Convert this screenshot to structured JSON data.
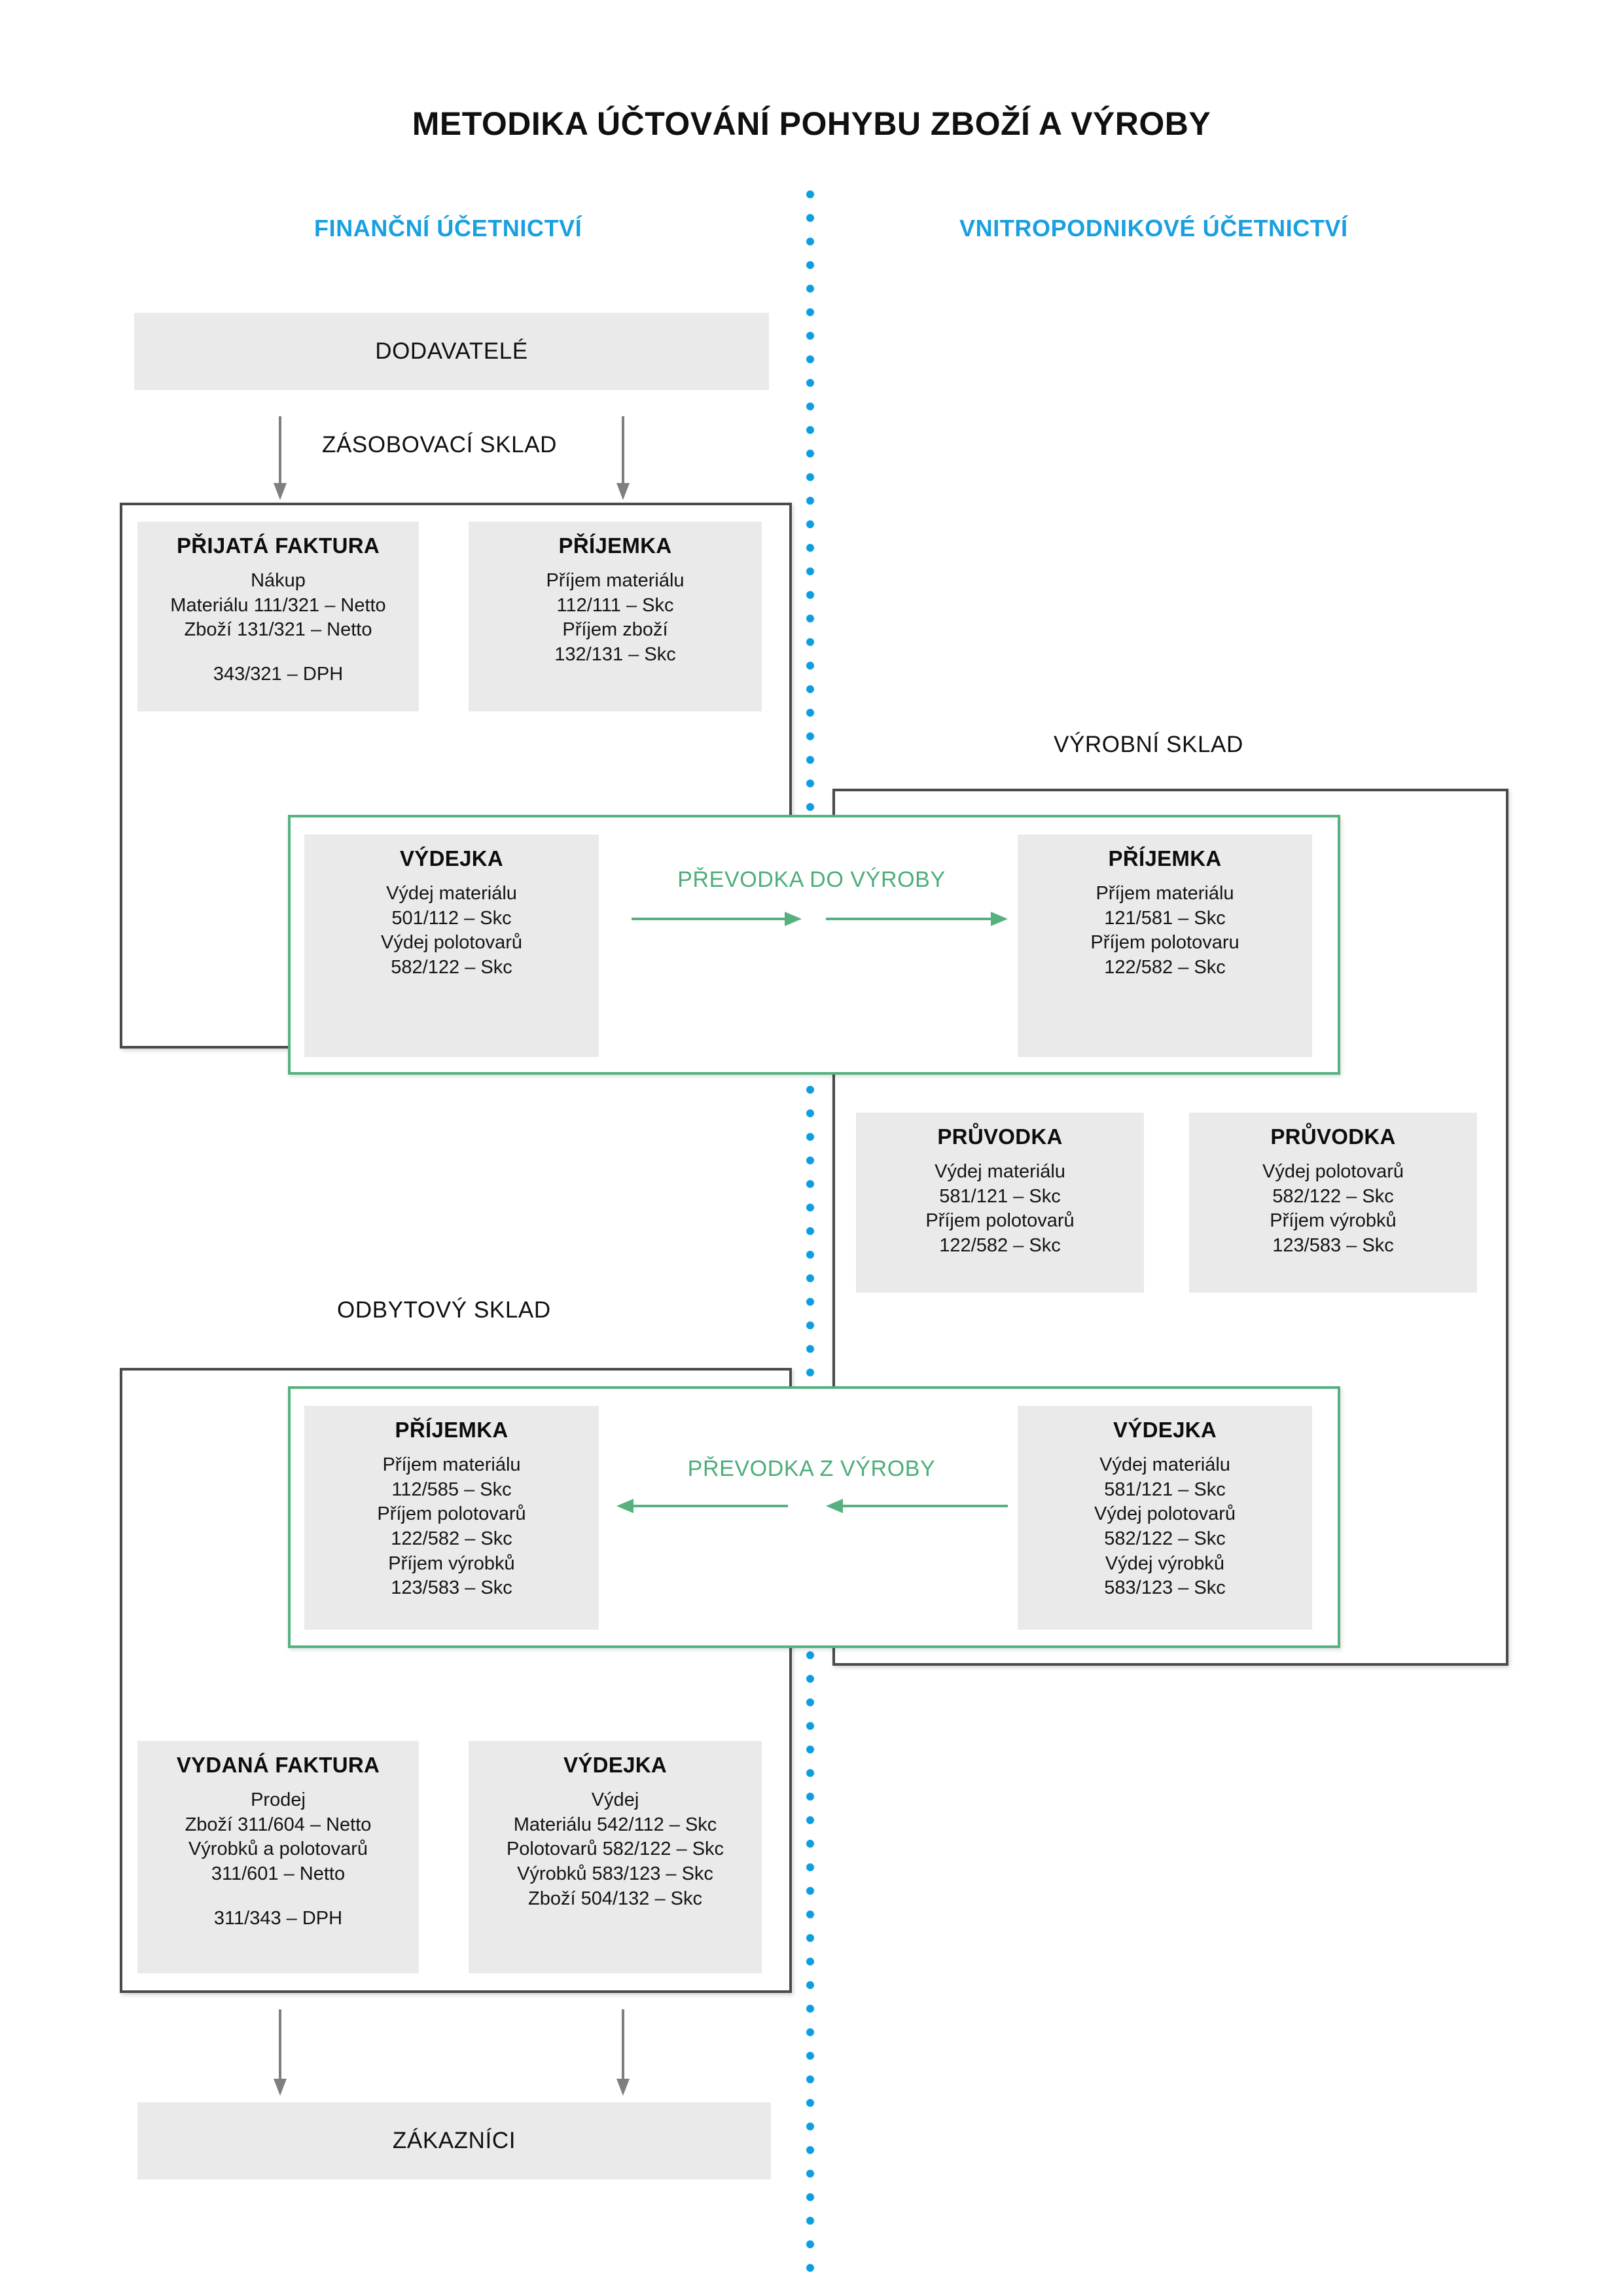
{
  "title": "METODIKA ÚČTOVÁNÍ POHYBU ZBOŽÍ A VÝROBY",
  "columns": {
    "financial": "FINANČNÍ ÚČETNICTVÍ",
    "internal": "VNITROPODNIKOVÉ ÚČETNICTVÍ"
  },
  "colors": {
    "accent_blue": "#0d9ee0",
    "transfer_green": "#56b17f",
    "card_grey": "#eaeaea",
    "outline_grey": "#4a4a4a",
    "arrow_grey": "#7f7f7f"
  },
  "endpoints": {
    "suppliers": "DODAVATELÉ",
    "customers": "ZÁKAZNÍCI"
  },
  "warehouses": {
    "supply": "ZÁSOBOVACÍ SKLAD",
    "production": "VÝROBNÍ SKLAD",
    "sales": "ODBYTOVÝ SKLAD"
  },
  "transfers": {
    "to_production": "PŘEVODKA  DO VÝROBY",
    "from_production": "PŘEVODKA  Z VÝROBY"
  },
  "cards": {
    "prijata_faktura": {
      "title": "PŘIJATÁ FAKTURA",
      "lines": [
        "Nákup",
        "Materiálu 111/321 – Netto",
        "Zboží 131/321 – Netto"
      ],
      "extra": "343/321 – DPH"
    },
    "prijemka_zasobovaci": {
      "title": "PŘÍJEMKA",
      "lines": [
        "Příjem materiálu",
        "112/111 – Skc",
        "Příjem zboží",
        "132/131 – Skc"
      ]
    },
    "vydejka_zasobovaci": {
      "title": "VÝDEJKA",
      "lines": [
        "Výdej materiálu",
        "501/112 – Skc",
        "Výdej polotovarů",
        "582/122 – Skc"
      ]
    },
    "prijemka_vyrobni": {
      "title": "PŘÍJEMKA",
      "lines": [
        "Příjem materiálu",
        "121/581 – Skc",
        "Příjem polotovaru",
        "122/582 – Skc"
      ]
    },
    "pruvodka_left": {
      "title": "PRŮVODKA",
      "lines": [
        "Výdej materiálu",
        "581/121 – Skc",
        "Příjem polotovarů",
        "122/582 – Skc"
      ]
    },
    "pruvodka_right": {
      "title": "PRŮVODKA",
      "lines": [
        "Výdej polotovarů",
        "582/122 – Skc",
        "Příjem výrobků",
        "123/583 – Skc"
      ]
    },
    "prijemka_odbytovy": {
      "title": "PŘÍJEMKA",
      "lines": [
        "Příjem materiálu",
        "112/585 – Skc",
        "Příjem polotovarů",
        "122/582 – Skc",
        "Příjem výrobků",
        "123/583 – Skc"
      ]
    },
    "vydejka_vyrobni": {
      "title": "VÝDEJKA",
      "lines": [
        "Výdej materiálu",
        "581/121 – Skc",
        "Výdej polotovarů",
        "582/122 – Skc",
        "Výdej výrobků",
        "583/123 – Skc"
      ]
    },
    "vydana_faktura": {
      "title": "VYDANÁ FAKTURA",
      "lines": [
        "Prodej",
        "Zboží 311/604 – Netto",
        "Výrobků a polotovarů",
        "311/601 – Netto"
      ],
      "extra": "311/343 – DPH"
    },
    "vydejka_odbytovy": {
      "title": "VÝDEJKA",
      "lines": [
        "Výdej",
        "Materiálu 542/112 – Skc",
        "Polotovarů 582/122 – Skc",
        "Výrobků 583/123 – Skc",
        "Zboží 504/132 – Skc"
      ]
    }
  }
}
